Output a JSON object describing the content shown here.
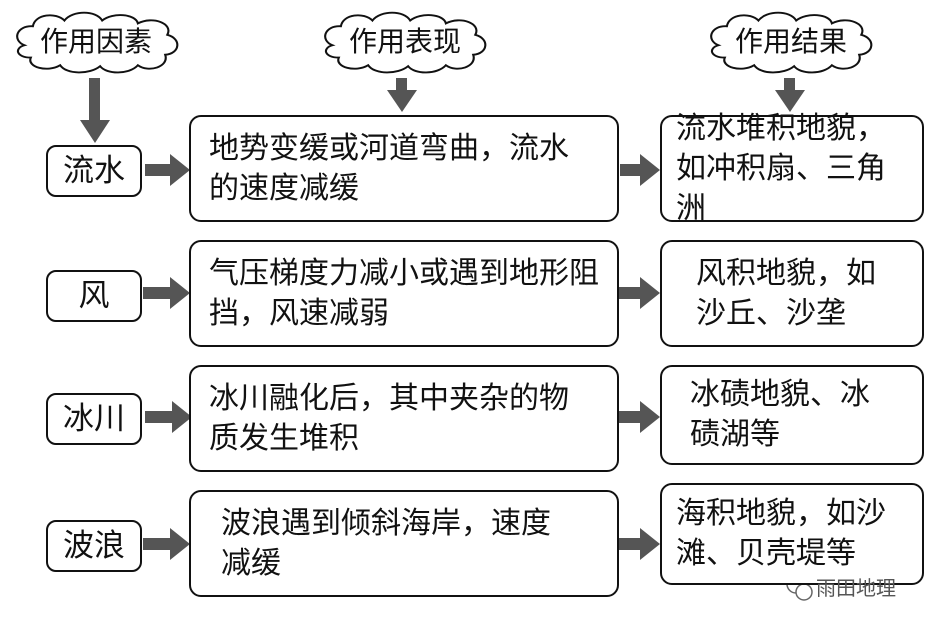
{
  "headers": {
    "factor": "作用因素",
    "manifestation": "作用表现",
    "result": "作用结果"
  },
  "rows": [
    {
      "factor": "流水",
      "cause": [
        "地势变缓或河道弯曲，流水",
        "的速度减缓"
      ],
      "result": [
        "流水堆积地貌，",
        "如冲积扇、三角洲"
      ]
    },
    {
      "factor": "风",
      "cause": [
        "气压梯度力减小或遇到地形阻",
        "挡，风速减弱"
      ],
      "result": [
        "风积地貌，如",
        "沙丘、沙垄"
      ]
    },
    {
      "factor": "冰川",
      "cause": [
        "冰川融化后，其中夹杂的物",
        "质发生堆积"
      ],
      "result": [
        "冰碛地貌、冰",
        "碛湖等"
      ]
    },
    {
      "factor": "波浪",
      "cause": [
        "波浪遇到倾斜海岸，速度",
        "减缓"
      ],
      "result": [
        "海积地貌，如沙",
        "滩、贝壳堤等"
      ]
    }
  ],
  "watermark": "雨田地理",
  "colors": {
    "arrow": "#555555",
    "border": "#111111"
  }
}
